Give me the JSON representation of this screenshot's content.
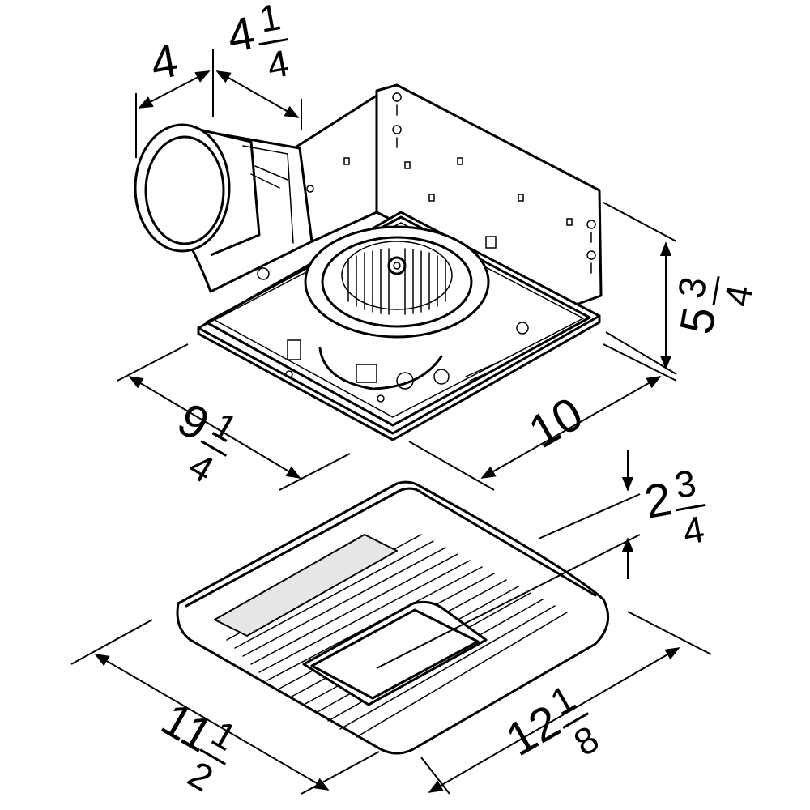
{
  "dimensions": {
    "duct_outer_width": {
      "whole": "4",
      "num": "",
      "den": ""
    },
    "duct_depth": {
      "whole": "4",
      "num": "1",
      "den": "4"
    },
    "housing_height": {
      "whole": "5",
      "num": "3",
      "den": "4"
    },
    "housing_width": {
      "whole": "9",
      "num": "1",
      "den": "4"
    },
    "housing_length": {
      "whole": "10",
      "num": "",
      "den": ""
    },
    "grille_height": {
      "whole": "2",
      "num": "3",
      "den": "4"
    },
    "grille_width": {
      "whole": "11",
      "num": "1",
      "den": "2"
    },
    "grille_length": {
      "whole": "12",
      "num": "1",
      "den": "8"
    }
  }
}
